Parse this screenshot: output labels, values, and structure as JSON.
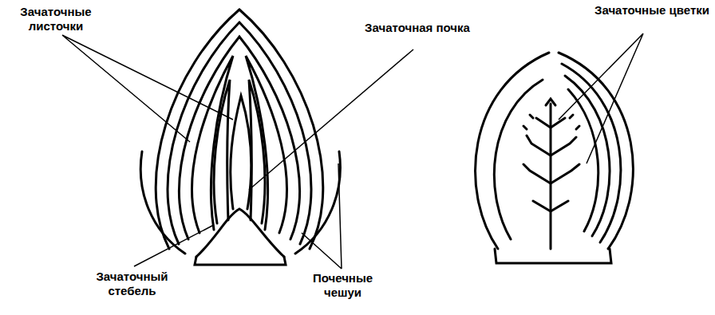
{
  "diagram": {
    "labels": [
      "Зачаточные листочки",
      "Зачаточная почка",
      "Зачаточные цветки",
      "Зачаточный стебель",
      "Почечные чешуи"
    ]
  }
}
